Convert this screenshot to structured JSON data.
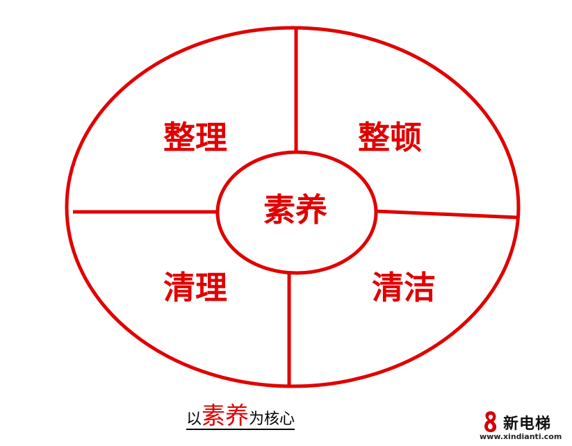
{
  "diagram": {
    "segments": {
      "top_left": "整理",
      "top_right": "整顿",
      "bottom_left": "清理",
      "bottom_right": "清洁"
    },
    "center": "素养"
  },
  "caption": {
    "prefix": "以",
    "emphasis": "素养",
    "suffix": "为核心"
  },
  "watermark": {
    "name": "新电梯",
    "url": "www.xindianti.com"
  },
  "colors": {
    "diagram_red": "#e00000",
    "caption_text": "#000000"
  }
}
